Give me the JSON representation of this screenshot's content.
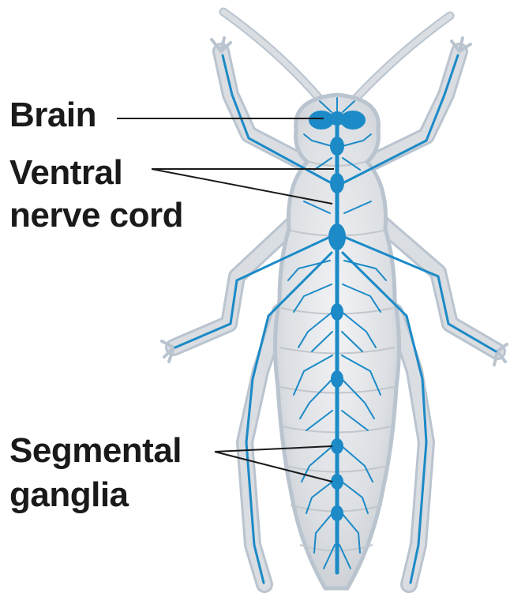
{
  "labels": {
    "brain": "Brain",
    "ventral": [
      "Ventral",
      "nerve cord"
    ],
    "segmental": [
      "Segmental",
      "ganglia"
    ]
  },
  "colors": {
    "background": "#ffffff",
    "body_fill": "#d9dce0",
    "body_outline": "#b9c4cf",
    "nerve": "#1b8ac7",
    "label_text": "#1a1a1a",
    "leader_line": "#1a1a1a"
  }
}
